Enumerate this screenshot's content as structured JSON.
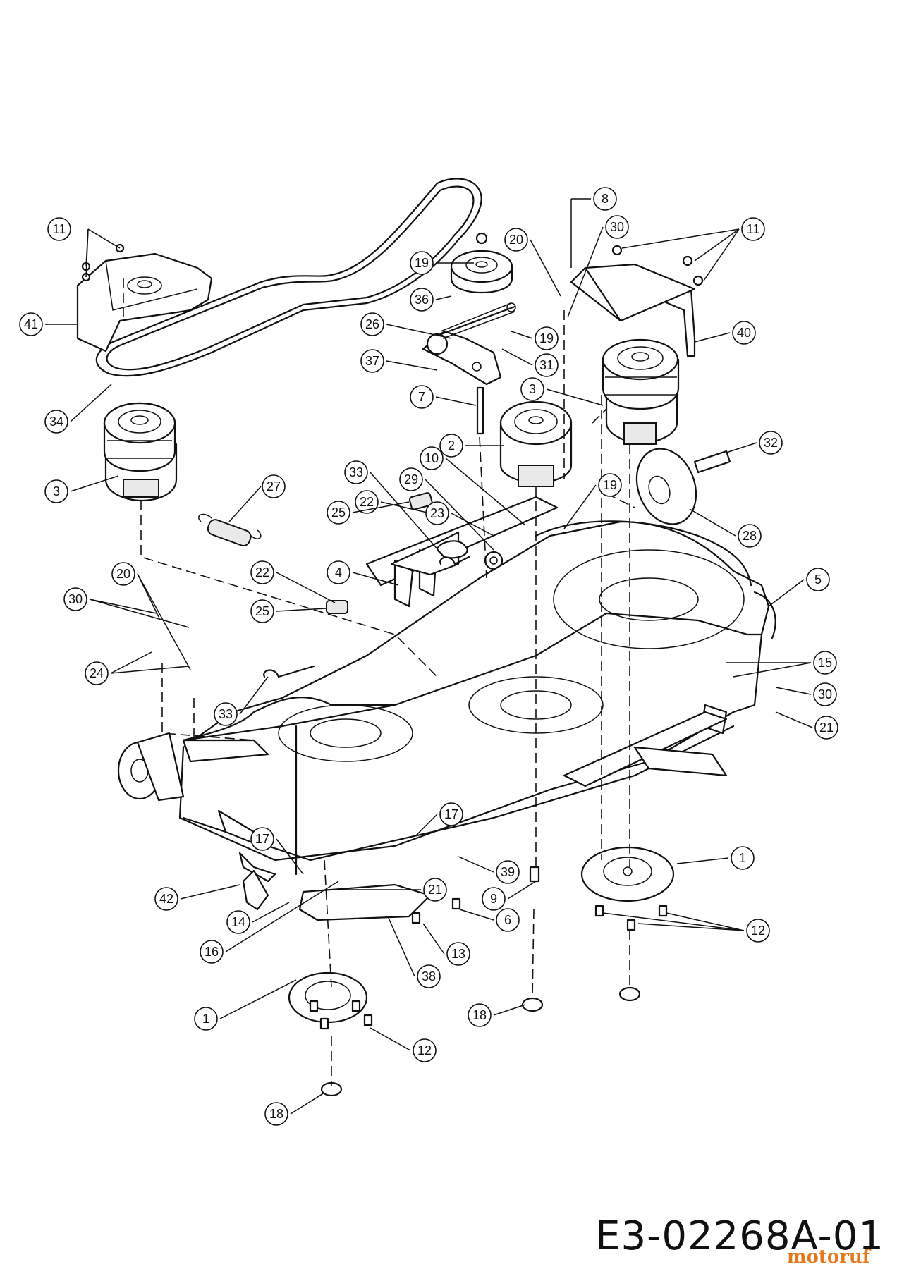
{
  "drawing_code": "E3-02268A-01",
  "watermark": "motoruf",
  "callouts": [
    {
      "id": "c11a",
      "label": "11"
    },
    {
      "id": "c41",
      "label": "41"
    },
    {
      "id": "c34",
      "label": "34"
    },
    {
      "id": "c3a",
      "label": "3"
    },
    {
      "id": "c27",
      "label": "27"
    },
    {
      "id": "c20a",
      "label": "20"
    },
    {
      "id": "c30a",
      "label": "30"
    },
    {
      "id": "c24",
      "label": "24"
    },
    {
      "id": "c33a",
      "label": "33"
    },
    {
      "id": "c22a",
      "label": "22"
    },
    {
      "id": "c25a",
      "label": "25"
    },
    {
      "id": "c4",
      "label": "4"
    },
    {
      "id": "c33b",
      "label": "33"
    },
    {
      "id": "c22b",
      "label": "22"
    },
    {
      "id": "c25b",
      "label": "25"
    },
    {
      "id": "c29",
      "label": "29"
    },
    {
      "id": "c10",
      "label": "10"
    },
    {
      "id": "c23",
      "label": "23"
    },
    {
      "id": "c19a",
      "label": "19"
    },
    {
      "id": "c36",
      "label": "36"
    },
    {
      "id": "c26",
      "label": "26"
    },
    {
      "id": "c37",
      "label": "37"
    },
    {
      "id": "c7",
      "label": "7"
    },
    {
      "id": "c2",
      "label": "2"
    },
    {
      "id": "c20b",
      "label": "20"
    },
    {
      "id": "c8",
      "label": "8"
    },
    {
      "id": "c30b",
      "label": "30"
    },
    {
      "id": "c19b",
      "label": "19"
    },
    {
      "id": "c31",
      "label": "31"
    },
    {
      "id": "c3b",
      "label": "3"
    },
    {
      "id": "c11b",
      "label": "11"
    },
    {
      "id": "c40",
      "label": "40"
    },
    {
      "id": "c32",
      "label": "32"
    },
    {
      "id": "c19c",
      "label": "19"
    },
    {
      "id": "c28",
      "label": "28"
    },
    {
      "id": "c5",
      "label": "5"
    },
    {
      "id": "c15",
      "label": "15"
    },
    {
      "id": "c30c",
      "label": "30"
    },
    {
      "id": "c21a",
      "label": "21"
    },
    {
      "id": "c17a",
      "label": "17"
    },
    {
      "id": "c17b",
      "label": "17"
    },
    {
      "id": "c1a",
      "label": "1"
    },
    {
      "id": "c39",
      "label": "39"
    },
    {
      "id": "c42",
      "label": "42"
    },
    {
      "id": "c14",
      "label": "14"
    },
    {
      "id": "c21b",
      "label": "21"
    },
    {
      "id": "c9",
      "label": "9"
    },
    {
      "id": "c16",
      "label": "16"
    },
    {
      "id": "c6",
      "label": "6"
    },
    {
      "id": "c13",
      "label": "13"
    },
    {
      "id": "c12a",
      "label": "12"
    },
    {
      "id": "c38",
      "label": "38"
    },
    {
      "id": "c1b",
      "label": "1"
    },
    {
      "id": "c18a",
      "label": "18"
    },
    {
      "id": "c12b",
      "label": "12"
    },
    {
      "id": "c18b",
      "label": "18"
    }
  ]
}
